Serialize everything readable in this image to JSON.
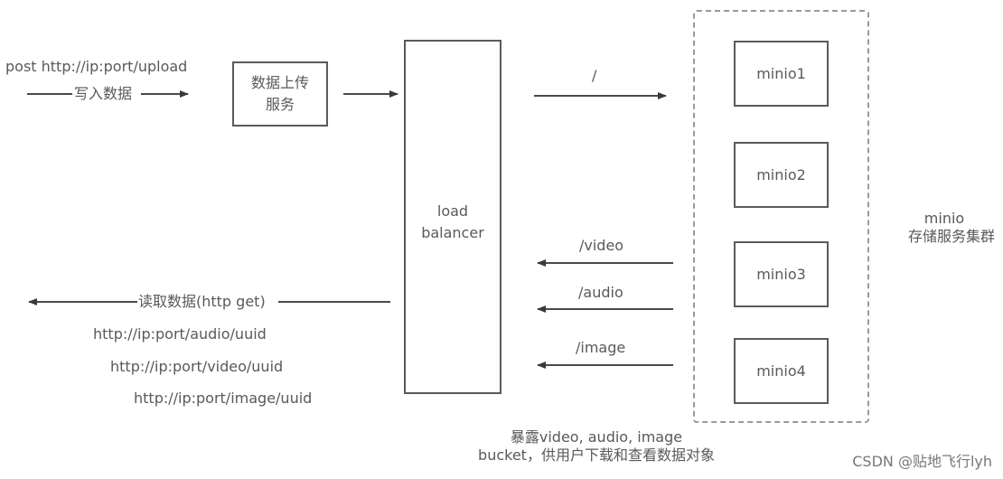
{
  "upload": {
    "request": "post http://ip:port/upload",
    "arrow_label": "写入数据"
  },
  "upload_service": {
    "line1": "数据上传",
    "line2": "服务"
  },
  "load_balancer": {
    "line1": "load",
    "line2": "balancer"
  },
  "routes": {
    "root": "/",
    "video": "/video",
    "audio": "/audio",
    "image": "/image"
  },
  "minio_nodes": [
    "minio1",
    "minio2",
    "minio3",
    "minio4"
  ],
  "cluster_label": {
    "line1": "minio",
    "line2": "存储服务集群"
  },
  "read": {
    "arrow_label": "读取数据(http get)",
    "urls": [
      "http://ip:port/audio/uuid",
      "http://ip:port/video/uuid",
      "http://ip:port/image/uuid"
    ]
  },
  "bucket_note": {
    "line1": "暴露video, audio, image",
    "line2": "bucket，供用户下载和查看数据对象"
  },
  "watermark": "CSDN @贴地飞行lyh",
  "colors": {
    "line": "#4a4a4a",
    "text": "#595959",
    "dashed": "#9a9a9a"
  }
}
